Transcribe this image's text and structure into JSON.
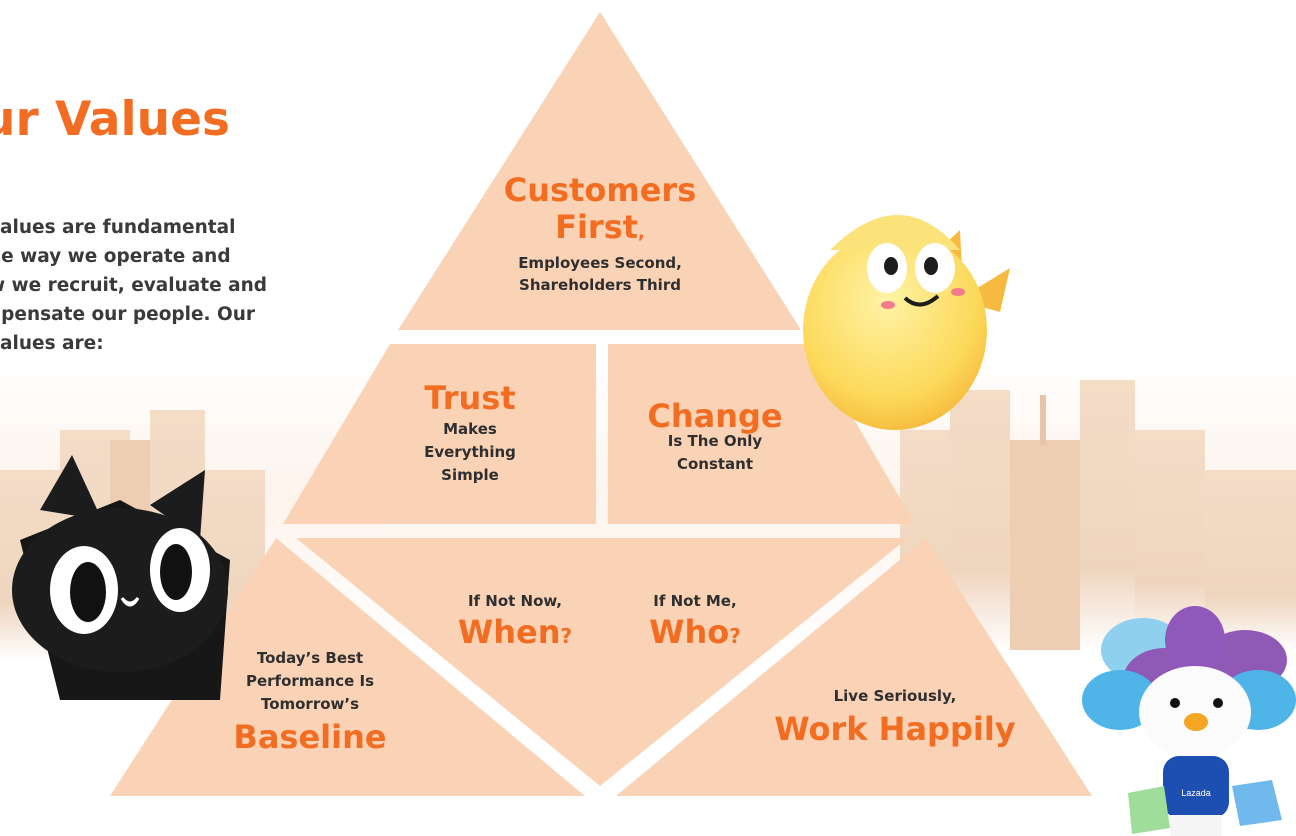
{
  "page": {
    "title": "ur Values",
    "intro_lines": [
      "values are fundamental",
      "he way we operate and",
      "w we recruit, evaluate and",
      "npensate our people. Our",
      "values are:"
    ]
  },
  "pyramid": {
    "top": {
      "big_line1": "Customers",
      "big_line2": "First",
      "comma": ",",
      "small_line1": "Employees Second,",
      "small_line2": "Shareholders Third"
    },
    "trust": {
      "big": "Trust",
      "small_line1": "Makes",
      "small_line2": "Everything",
      "small_line3": "Simple"
    },
    "change": {
      "big": "Change",
      "small_line1": "Is The Only",
      "small_line2": "Constant"
    },
    "when": {
      "small": "If Not Now,",
      "big": "When",
      "qmark": "?"
    },
    "who": {
      "small": "If Not Me,",
      "big": "Who",
      "qmark": "?"
    },
    "baseline": {
      "small_line1": "Today’s Best",
      "small_line2": "Performance Is",
      "small_line3": "Tomorrow’s",
      "big": "Baseline"
    },
    "happily": {
      "small": "Live Seriously,",
      "big1": "Work",
      "big2": "Happily"
    }
  },
  "mascots": {
    "shirt_label": "Lazada"
  },
  "colors": {
    "accent": "#f26d21",
    "pyramid_fill": "#fad3b6",
    "text": "#2f2f2f"
  }
}
